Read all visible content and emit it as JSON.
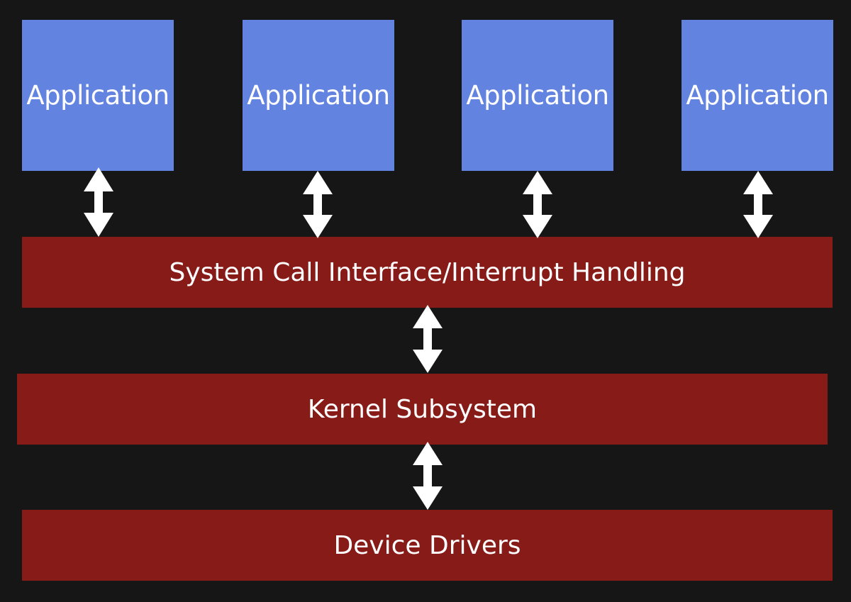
{
  "colors": {
    "background": "#161616",
    "application_box": "#6283E0",
    "layer_box": "#871B17",
    "text": "#FFFFFF",
    "arrow": "#FFFFFF"
  },
  "applications": [
    {
      "label": "Application"
    },
    {
      "label": "Application"
    },
    {
      "label": "Application"
    },
    {
      "label": "Application"
    }
  ],
  "layers": {
    "syscall": {
      "label": "System Call Interface/Interrupt Handling"
    },
    "kernel": {
      "label": "Kernel Subsystem"
    },
    "drivers": {
      "label": "Device Drivers"
    }
  },
  "connectors": {
    "app_to_syscall": "bidirectional",
    "syscall_to_kernel": "bidirectional",
    "kernel_to_drivers": "bidirectional"
  }
}
